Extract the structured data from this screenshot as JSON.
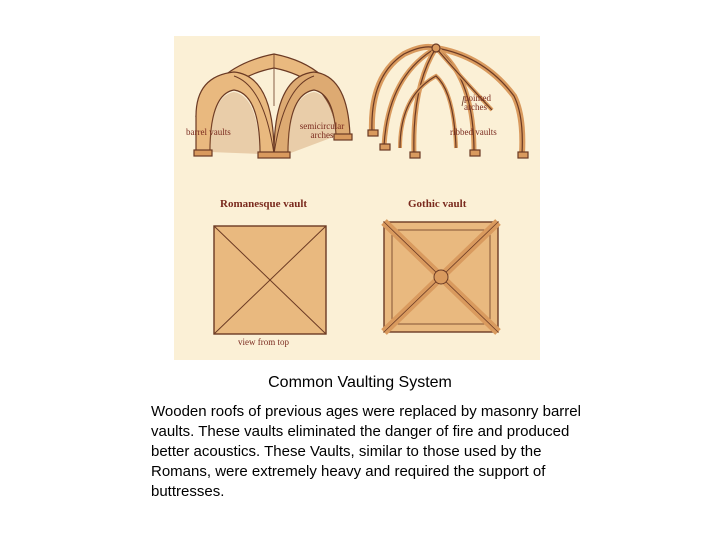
{
  "figure": {
    "labels": {
      "barrel_vaults": "barrel vaults",
      "semicircular_arches": "semicircular arches",
      "pointed_arches": "pointed arches",
      "ribbed_vaults": "ribbed vaults",
      "view_from_top": "view from top"
    },
    "titles": {
      "romanesque": "Romanesque vault",
      "gothic": "Gothic vault"
    },
    "colors": {
      "vault_fill": "#e9b97f",
      "vault_dark": "#c98b55",
      "rib": "#d99a5e",
      "outline": "#6b3a24",
      "label_text": "#7a2a1e",
      "background": "#fbf0d6"
    }
  },
  "caption": "Common Vaulting System",
  "body_text": "Wooden roofs of previous ages were replaced by masonry barrel vaults. These vaults eliminated the danger of fire and produced better acoustics. These Vaults, similar to those used by the Romans, were extremely heavy and required the support of buttresses."
}
